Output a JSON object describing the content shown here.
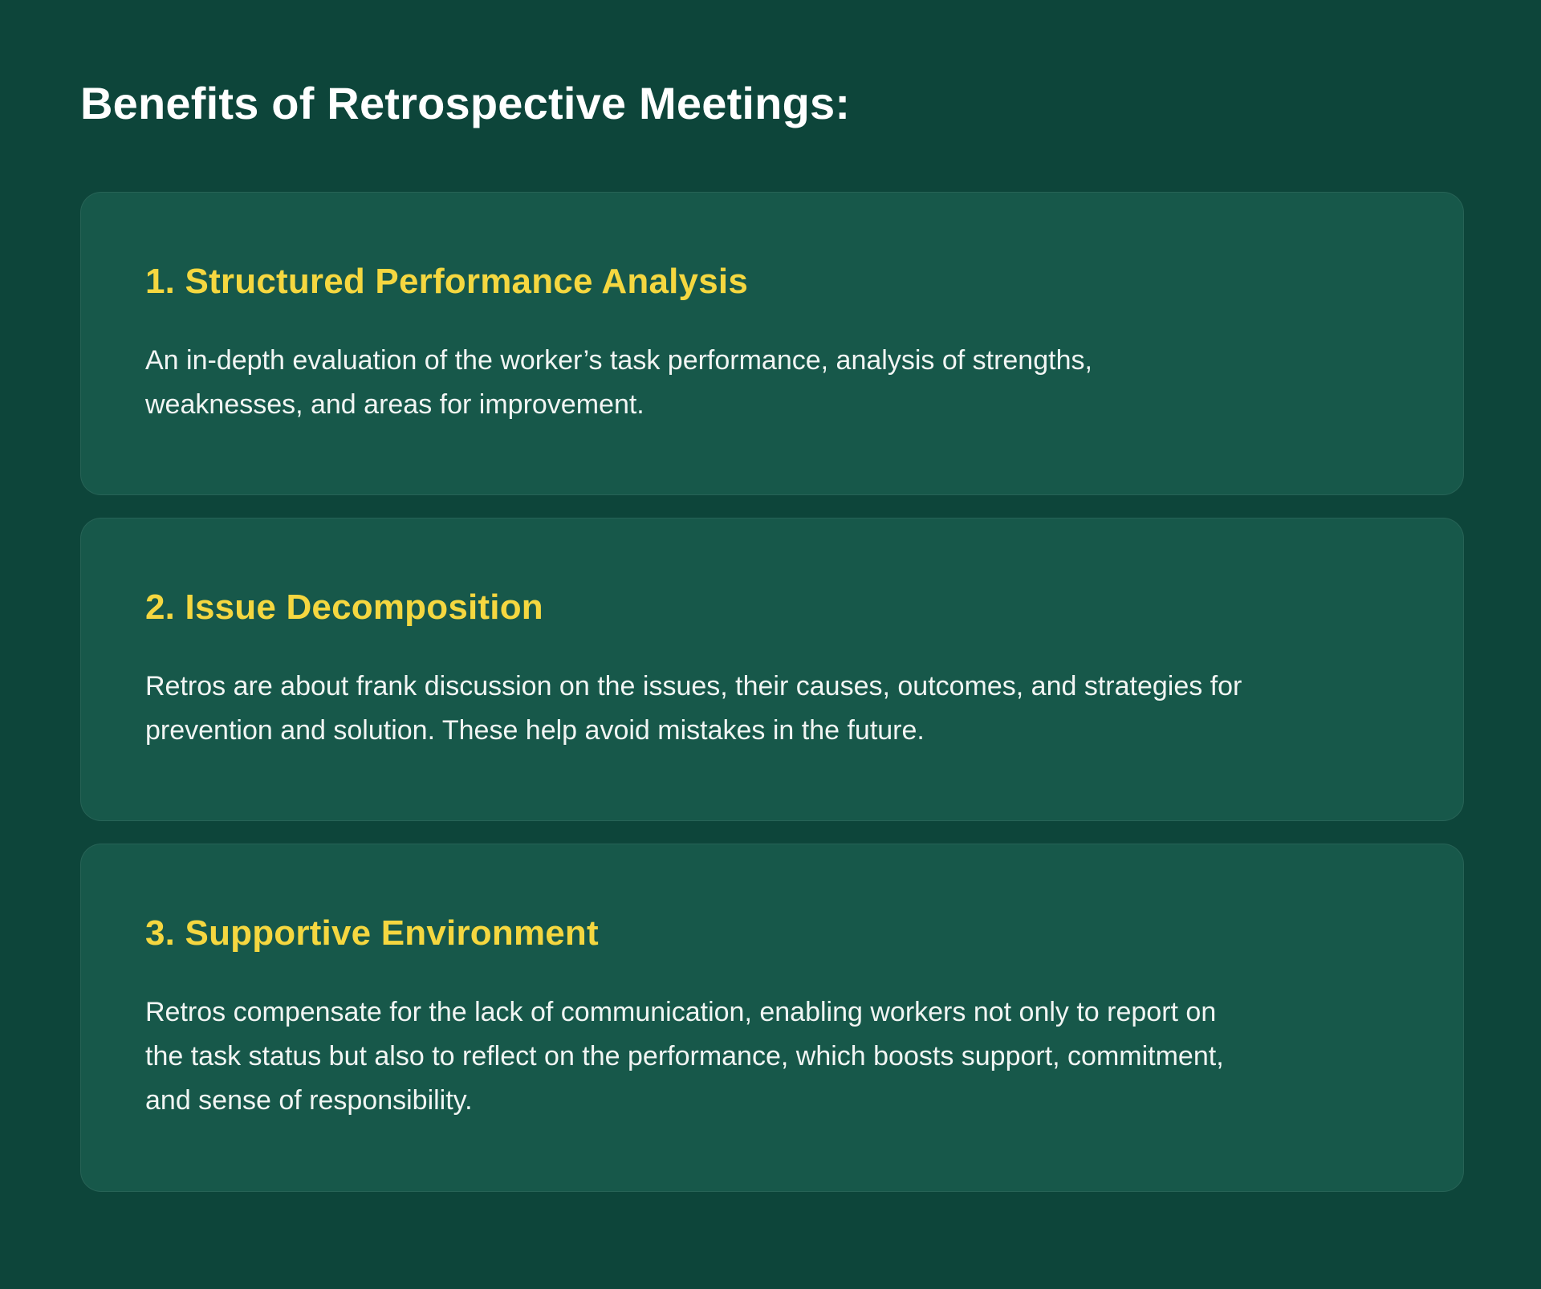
{
  "page": {
    "title": "Benefits of Retrospective Meetings:"
  },
  "colors": {
    "background": "#0d453a",
    "card_background": "#17584a",
    "heading_yellow": "#f5d740",
    "body_text": "#f1f5f3",
    "title_text": "#ffffff"
  },
  "cards": [
    {
      "heading": "1. Structured Performance Analysis",
      "body": "An in-depth evaluation of the worker’s task performance, analysis of strengths, weaknesses, and areas for improvement."
    },
    {
      "heading": "2. Issue Decomposition",
      "body": "Retros are about frank discussion on the issues, their causes, outcomes, and strategies for prevention and solution. These help avoid mistakes in the future."
    },
    {
      "heading": "3. Supportive Environment",
      "body": "Retros compensate for the lack of communication, enabling workers not only to report on the task status but also to reflect on the performance, which boosts support, commitment, and sense of responsibility."
    }
  ]
}
